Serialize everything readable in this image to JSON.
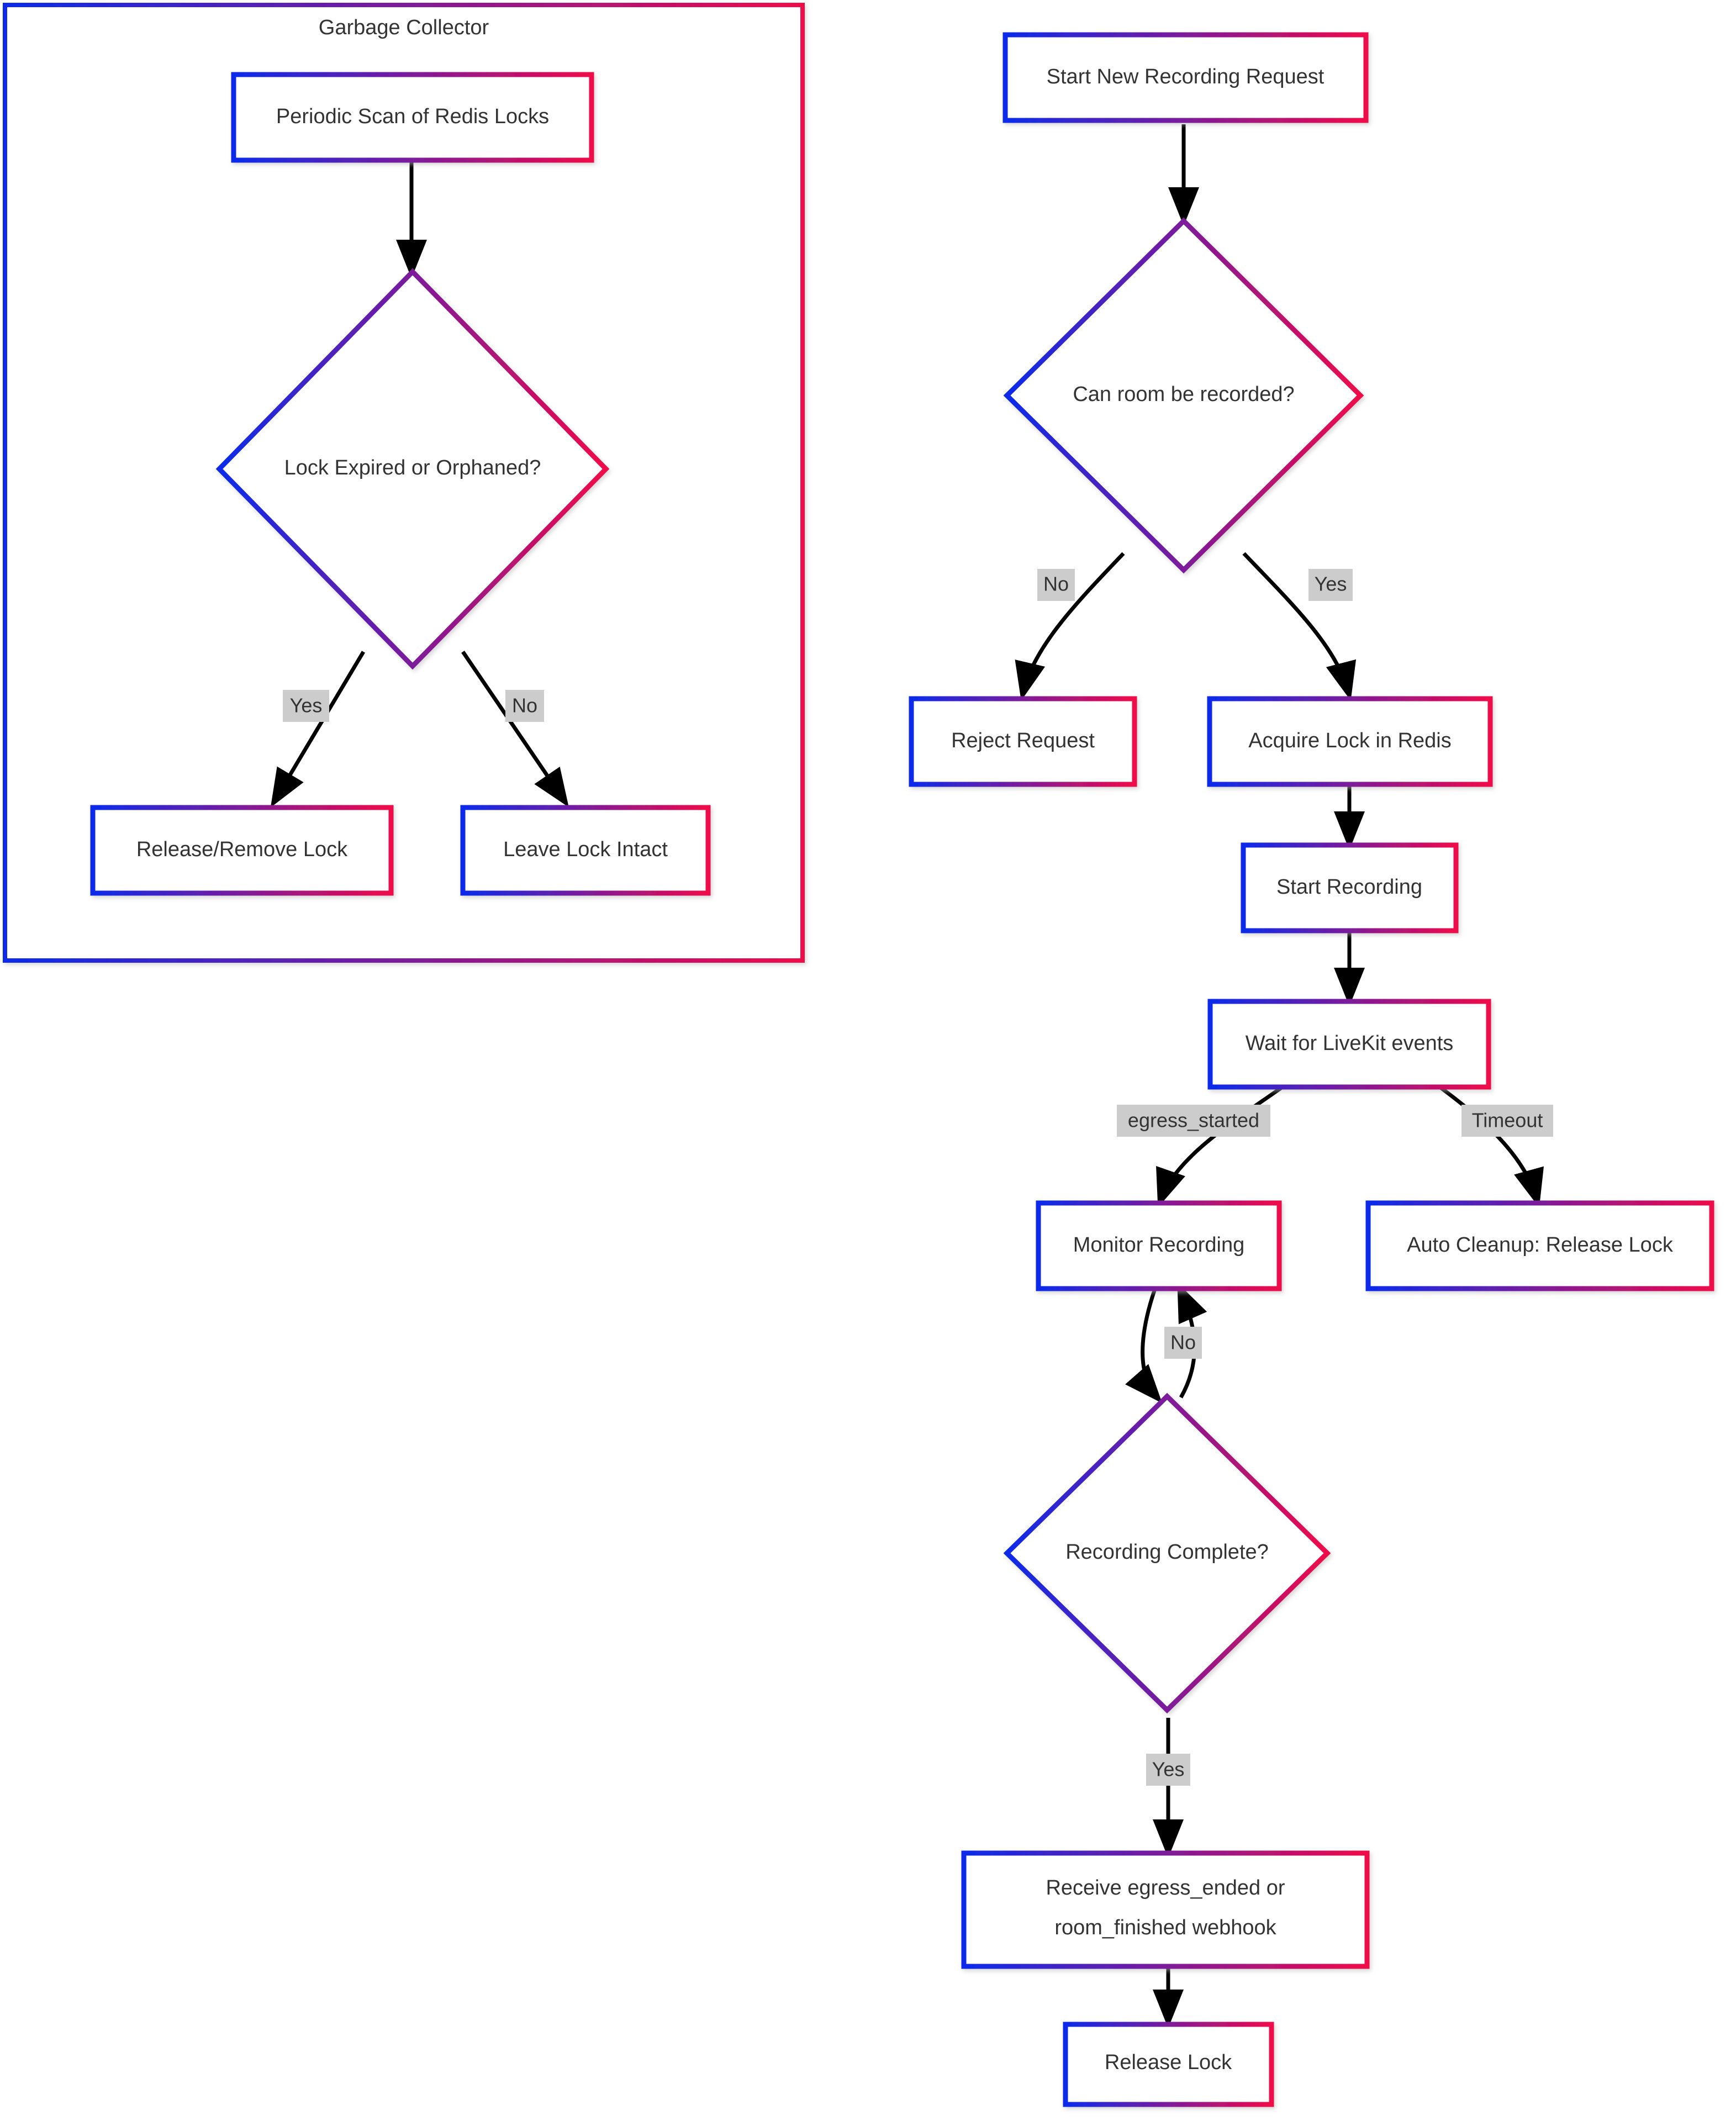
{
  "diagram": {
    "type": "flowchart",
    "title_visible": false,
    "colors": {
      "gradient_start": "#0b2ceb",
      "gradient_end": "#ef0a4a",
      "edge_stroke": "#000000",
      "edge_label_background": "#cccccc",
      "text": "#333333",
      "node_fill": "#ffffff",
      "canvas": "#ffffff"
    }
  },
  "subgraph": {
    "id": "garbage-collector",
    "title": "Garbage Collector"
  },
  "nodes": {
    "periodic_scan": {
      "label": "Periodic Scan of Redis Locks",
      "shape": "rect"
    },
    "lock_expired": {
      "label": "Lock Expired or Orphaned?",
      "shape": "diamond"
    },
    "release_remove_lock": {
      "label": "Release/Remove Lock",
      "shape": "rect"
    },
    "leave_lock_intact": {
      "label": "Leave Lock Intact",
      "shape": "rect"
    },
    "start_request": {
      "label": "Start New Recording Request",
      "shape": "rect"
    },
    "can_record": {
      "label": "Can room be recorded?",
      "shape": "diamond"
    },
    "reject_request": {
      "label": "Reject Request",
      "shape": "rect"
    },
    "acquire_lock": {
      "label": "Acquire Lock in Redis",
      "shape": "rect"
    },
    "start_recording": {
      "label": "Start Recording",
      "shape": "rect"
    },
    "wait_events": {
      "label": "Wait for LiveKit events",
      "shape": "rect"
    },
    "monitor_recording": {
      "label": "Monitor Recording",
      "shape": "rect"
    },
    "auto_cleanup": {
      "label": "Auto Cleanup: Release Lock",
      "shape": "rect"
    },
    "recording_complete": {
      "label": "Recording Complete?",
      "shape": "diamond"
    },
    "receive_webhook": {
      "label_line1": "Receive egress_ended or",
      "label_line2": "room_finished webhook",
      "shape": "rect"
    },
    "release_lock": {
      "label": "Release Lock",
      "shape": "rect"
    }
  },
  "edge_labels": {
    "gc_yes": "Yes",
    "gc_no": "No",
    "can_record_no": "No",
    "can_record_yes": "Yes",
    "egress_started": "egress_started",
    "timeout": "Timeout",
    "monitor_loop_no": "No",
    "complete_yes": "Yes"
  }
}
